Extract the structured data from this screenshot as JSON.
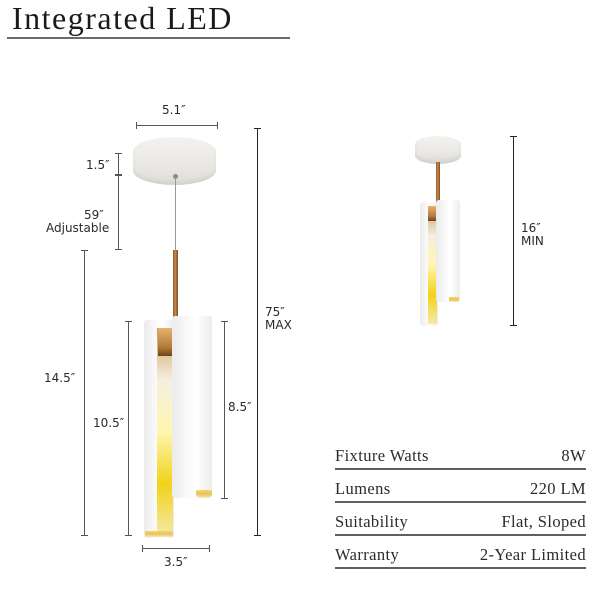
{
  "header": {
    "title": "Integrated LED"
  },
  "main_diagram": {
    "canopy_width": "5.1″",
    "canopy_height": "1.5″",
    "cord_length": "59″",
    "cord_note": "Adjustable",
    "fixture_height": "14.5″",
    "shade_left_height": "10.5″",
    "shade_right_height": "8.5″",
    "shade_width": "3.5″",
    "max_height": "75″",
    "max_note": "MAX"
  },
  "min_diagram": {
    "min_height": "16″",
    "min_note": "MIN"
  },
  "specs": [
    {
      "label": "Fixture Watts",
      "value": "8W"
    },
    {
      "label": "Lumens",
      "value": "220 LM"
    },
    {
      "label": "Suitability",
      "value": "Flat, Sloped"
    },
    {
      "label": "Warranty",
      "value": "2-Year Limited"
    }
  ],
  "colors": {
    "background": "#ffffff",
    "rule": "#5f5f5f",
    "brass": "#c98b4c",
    "glow": "#f2d21a"
  }
}
